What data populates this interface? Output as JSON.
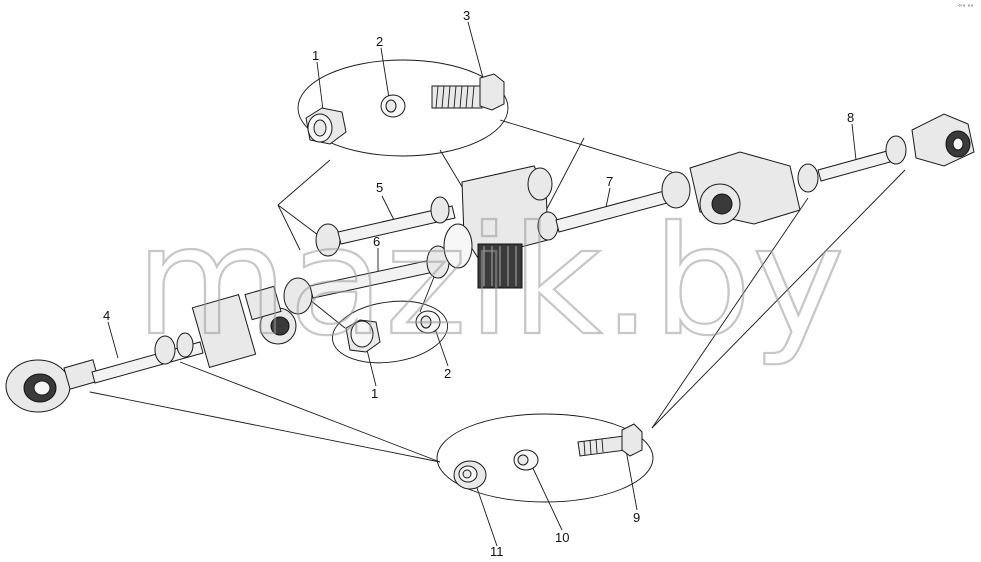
{
  "watermark": "mazik.by",
  "corner_mark": "°'° °°",
  "callouts": [
    "1",
    "2",
    "3",
    "5",
    "6",
    "7",
    "8",
    "4",
    "1",
    "2",
    "9",
    "10",
    "11"
  ],
  "colors": {
    "line": "#1a1a1a",
    "watermark": "#9a9a9a",
    "background": "#ffffff"
  }
}
